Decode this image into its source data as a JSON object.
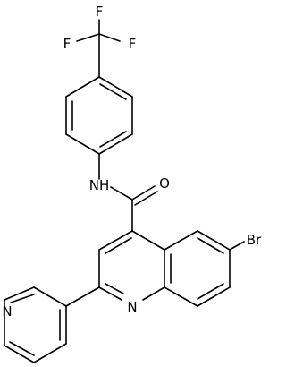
{
  "molecule": {
    "atoms": {
      "F1": "F",
      "F2": "F",
      "F3": "F",
      "NH": "NH",
      "O": "O",
      "Br": "Br",
      "N_quinoline": "N",
      "N_pyridine": "N"
    }
  }
}
